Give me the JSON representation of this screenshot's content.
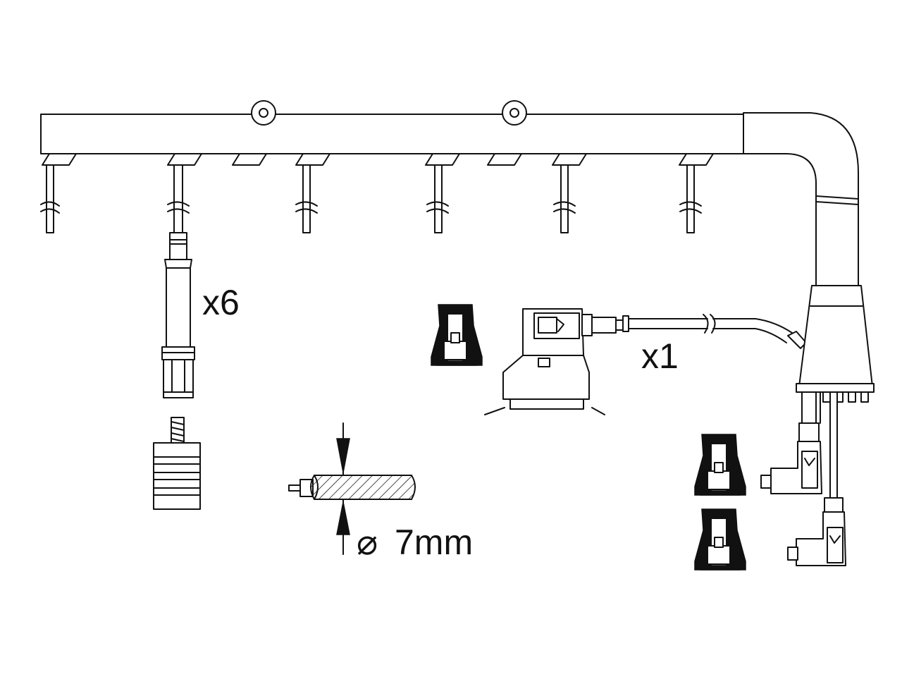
{
  "labels": {
    "plug_count": "x6",
    "coil_count": "x1",
    "diameter": "7mm",
    "diameter_symbol": "⌀"
  },
  "colors": {
    "line": "#111111",
    "background": "#ffffff"
  }
}
